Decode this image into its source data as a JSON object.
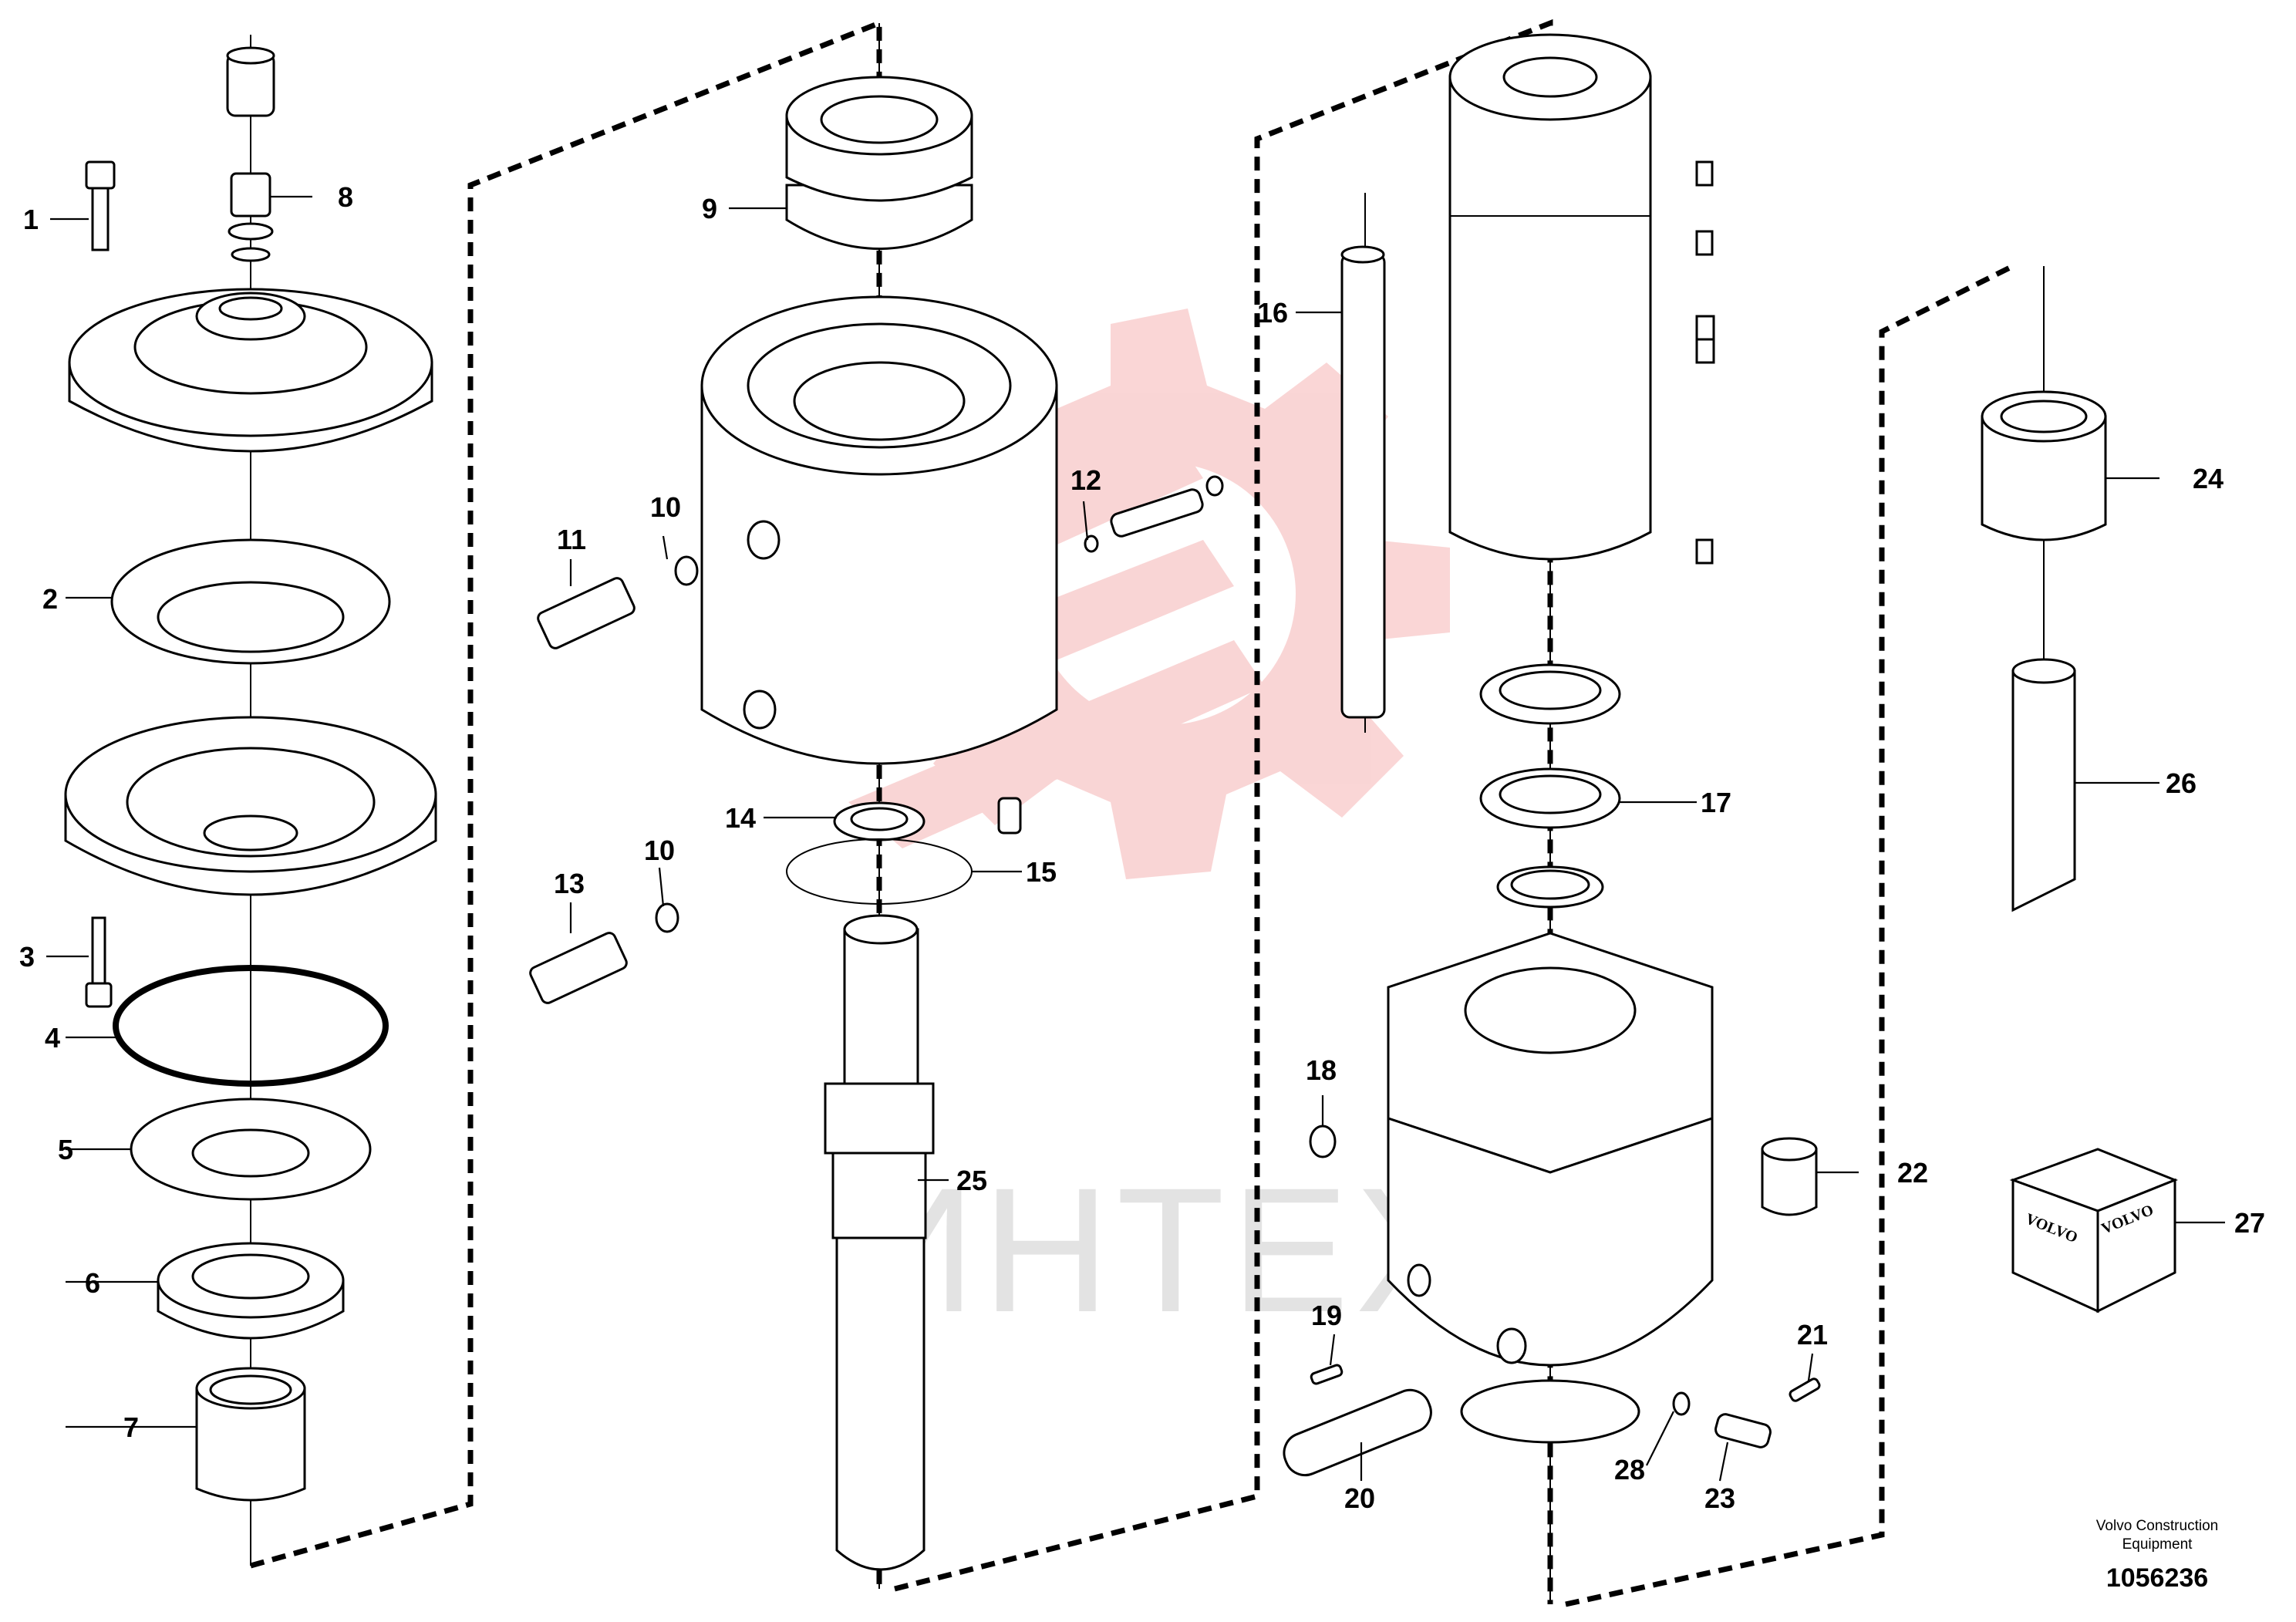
{
  "diagram": {
    "callouts": [
      {
        "id": "1",
        "text": "1"
      },
      {
        "id": "2",
        "text": "2"
      },
      {
        "id": "3",
        "text": "3"
      },
      {
        "id": "4",
        "text": "4"
      },
      {
        "id": "5",
        "text": "5"
      },
      {
        "id": "6",
        "text": "6"
      },
      {
        "id": "7",
        "text": "7"
      },
      {
        "id": "8",
        "text": "8"
      },
      {
        "id": "9",
        "text": "9"
      },
      {
        "id": "10a",
        "text": "10"
      },
      {
        "id": "10b",
        "text": "10"
      },
      {
        "id": "11",
        "text": "11"
      },
      {
        "id": "12",
        "text": "12"
      },
      {
        "id": "13",
        "text": "13"
      },
      {
        "id": "14",
        "text": "14"
      },
      {
        "id": "15",
        "text": "15"
      },
      {
        "id": "16",
        "text": "16"
      },
      {
        "id": "17",
        "text": "17"
      },
      {
        "id": "18",
        "text": "18"
      },
      {
        "id": "19",
        "text": "19"
      },
      {
        "id": "20",
        "text": "20"
      },
      {
        "id": "21",
        "text": "21"
      },
      {
        "id": "22",
        "text": "22"
      },
      {
        "id": "23",
        "text": "23"
      },
      {
        "id": "24",
        "text": "24"
      },
      {
        "id": "25",
        "text": "25"
      },
      {
        "id": "26",
        "text": "26"
      },
      {
        "id": "27",
        "text": "27"
      },
      {
        "id": "28",
        "text": "28"
      }
    ],
    "watermark_text": "ИНТЕХ",
    "kit_box_brand": "VOLVO",
    "credit_line1": "Volvo Construction",
    "credit_line2": "Equipment",
    "document_number": "1056236",
    "watermark_color": "#f5b4b4",
    "line_color": "#000000"
  }
}
